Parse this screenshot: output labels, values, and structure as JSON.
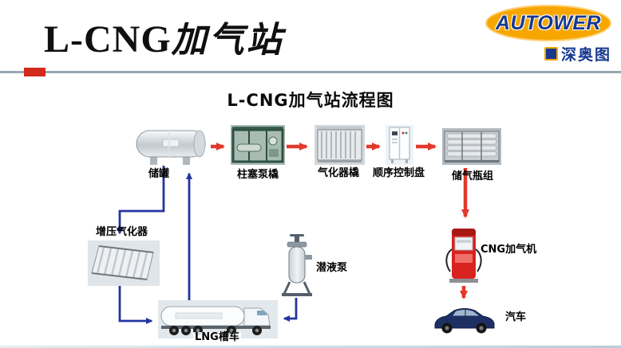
{
  "slide": {
    "title": {
      "latin": "L-CNG",
      "cn": "加气站"
    },
    "logo": {
      "brand": "AUTOWER",
      "subtitle": "深奥图"
    },
    "diagram": {
      "title": "L-CNG加气站流程图",
      "nodes": [
        {
          "id": "storage-tank",
          "label": "储罐"
        },
        {
          "id": "plunger-pump-skid",
          "label": "柱塞泵橇"
        },
        {
          "id": "vaporizer-skid",
          "label": "气化器橇"
        },
        {
          "id": "sequence-control-panel",
          "label": "顺序控制盘"
        },
        {
          "id": "gas-cylinder-group",
          "label": "储气瓶组"
        },
        {
          "id": "cng-dispenser",
          "label": "CNG加气机"
        },
        {
          "id": "car",
          "label": "汽车"
        },
        {
          "id": "booster-vaporizer",
          "label": "增压气化器"
        },
        {
          "id": "submerged-pump",
          "label": "潜液泵"
        },
        {
          "id": "lng-tanker",
          "label": "LNG槽车"
        }
      ]
    },
    "colors": {
      "process_arrow_red": "#e2392b",
      "pipe_blue": "#2335a0",
      "accent_bar_red": "#d42a1e",
      "divider_gray": "#98a7b0",
      "logo_orange": "#f7a600",
      "logo_blue": "#16388e"
    }
  }
}
